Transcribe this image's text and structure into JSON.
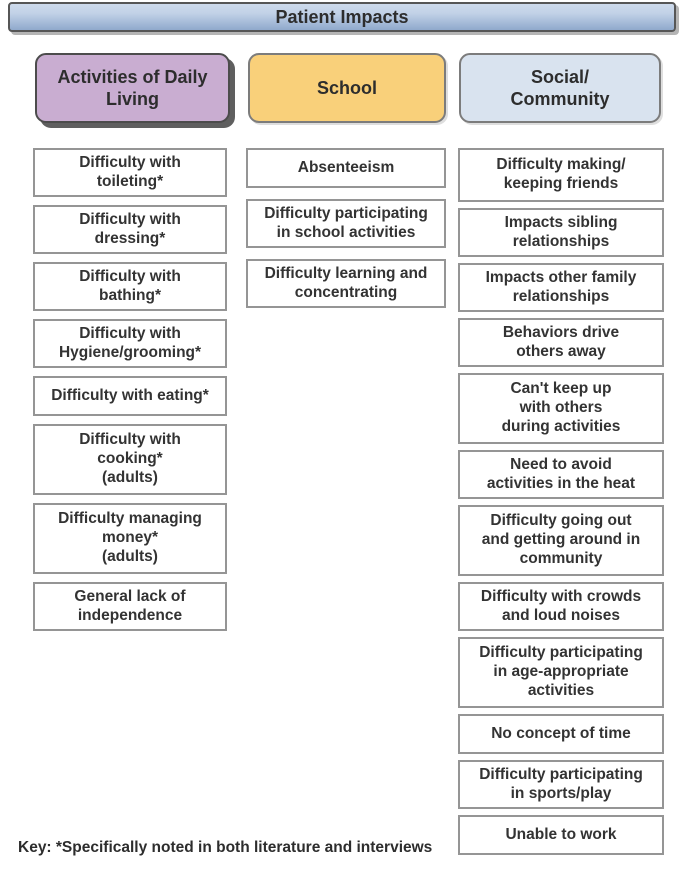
{
  "title": "Patient Impacts",
  "key_note": "Key: *Specifically noted in both literature and interviews",
  "colors": {
    "header_gradient_top": "#cedbec",
    "header_gradient_bottom": "#8fa9cc",
    "adl_fill": "#c9add1",
    "school_fill": "#f9d07a",
    "social_fill": "#d9e3ef",
    "item_border": "#959595",
    "text": "#2d2d2d"
  },
  "columns": [
    {
      "header": "Activities of Daily\nLiving",
      "items": [
        "Difficulty with\ntoileting*",
        "Difficulty with\ndressing*",
        "Difficulty with\nbathing*",
        "Difficulty with\nHygiene/grooming*",
        "Difficulty with eating*",
        "Difficulty with\ncooking*\n(adults)",
        "Difficulty managing\nmoney*\n(adults)",
        "General lack of\nindependence"
      ]
    },
    {
      "header": "School",
      "items": [
        "Absenteeism",
        "Difficulty participating\nin school activities",
        "Difficulty learning and\nconcentrating"
      ]
    },
    {
      "header": "Social/\nCommunity",
      "items": [
        "Difficulty making/\nkeeping friends",
        "Impacts sibling\nrelationships",
        "Impacts other family\nrelationships",
        "Behaviors drive\nothers away",
        "Can't keep up\nwith others\nduring activities",
        "Need to avoid\nactivities in the heat",
        "Difficulty going out\nand getting around in\ncommunity",
        "Difficulty with crowds\nand loud noises",
        "Difficulty participating\nin age-appropriate\nactivities",
        "No concept of time",
        "Difficulty participating\nin sports/play",
        "Unable to work"
      ]
    }
  ]
}
